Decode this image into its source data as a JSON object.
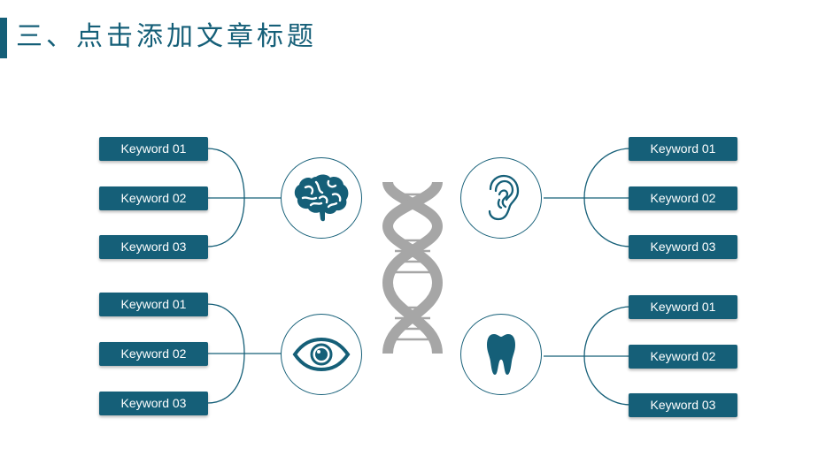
{
  "title": "三、点击添加文章标题",
  "colors": {
    "accent": "#155f78",
    "dna": "#a6a6a6"
  },
  "groups": {
    "brain": {
      "icon": "brain-icon",
      "keywords": [
        "Keyword 01",
        "Keyword 02",
        "Keyword 03"
      ]
    },
    "ear": {
      "icon": "ear-icon",
      "keywords": [
        "Keyword 01",
        "Keyword 02",
        "Keyword 03"
      ]
    },
    "eye": {
      "icon": "eye-icon",
      "keywords": [
        "Keyword 01",
        "Keyword 02",
        "Keyword 03"
      ]
    },
    "tooth": {
      "icon": "tooth-icon",
      "keywords": [
        "Keyword 01",
        "Keyword 02",
        "Keyword 03"
      ]
    }
  },
  "center_icon": "dna-icon"
}
